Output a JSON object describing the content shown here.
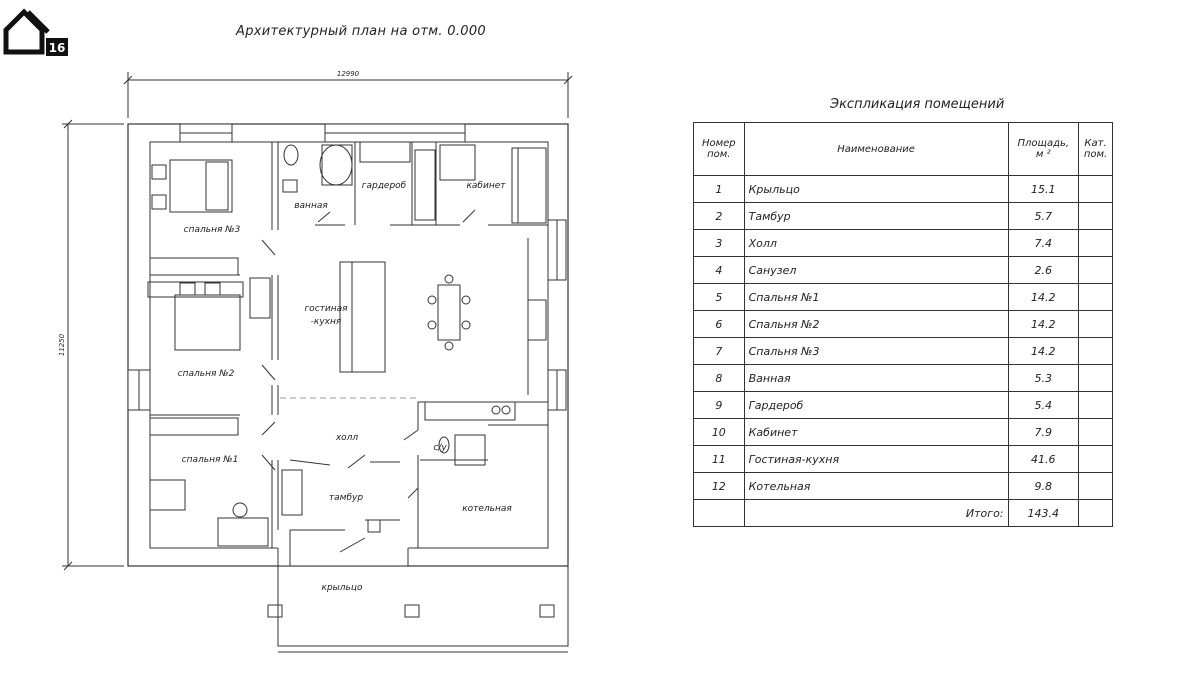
{
  "logo": {
    "icon": "house-icon",
    "number": "16"
  },
  "plan": {
    "title": "Архитектурный план на отм. 0.000",
    "dim_width": "12990",
    "dim_height": "11250",
    "rooms": {
      "bedroom3": "спальня №3",
      "bathroom": "ванная",
      "wardrobe": "гардероб",
      "office": "кабинет",
      "living": "гостиная",
      "living2": "-кухня",
      "bedroom2": "спальня №2",
      "bedroom1": "спальня №1",
      "hall": "холл",
      "wc": "с/у",
      "vestibule": "тамбур",
      "boiler": "котельная",
      "porch": "крыльцо"
    }
  },
  "explication": {
    "title": "Экспликация помещений",
    "headers": {
      "num": "Номер пом.",
      "name": "Наименование",
      "area": "Площадь, м ²",
      "cat": "Кат. пом."
    },
    "rows": [
      {
        "num": "1",
        "name": "Крыльцо",
        "area": "15.1"
      },
      {
        "num": "2",
        "name": "Тамбур",
        "area": "5.7"
      },
      {
        "num": "3",
        "name": "Холл",
        "area": "7.4"
      },
      {
        "num": "4",
        "name": "Санузел",
        "area": "2.6"
      },
      {
        "num": "5",
        "name": "Спальня №1",
        "area": "14.2"
      },
      {
        "num": "6",
        "name": "Спальня №2",
        "area": "14.2"
      },
      {
        "num": "7",
        "name": "Спальня №3",
        "area": "14.2"
      },
      {
        "num": "8",
        "name": "Ванная",
        "area": "5.3"
      },
      {
        "num": "9",
        "name": "Гардероб",
        "area": "5.4"
      },
      {
        "num": "10",
        "name": "Кабинет",
        "area": "7.9"
      },
      {
        "num": "11",
        "name": "Гостиная-кухня",
        "area": "41.6"
      },
      {
        "num": "12",
        "name": "Котельная",
        "area": "9.8"
      }
    ],
    "total_label": "Итого:",
    "total_value": "143.4"
  }
}
